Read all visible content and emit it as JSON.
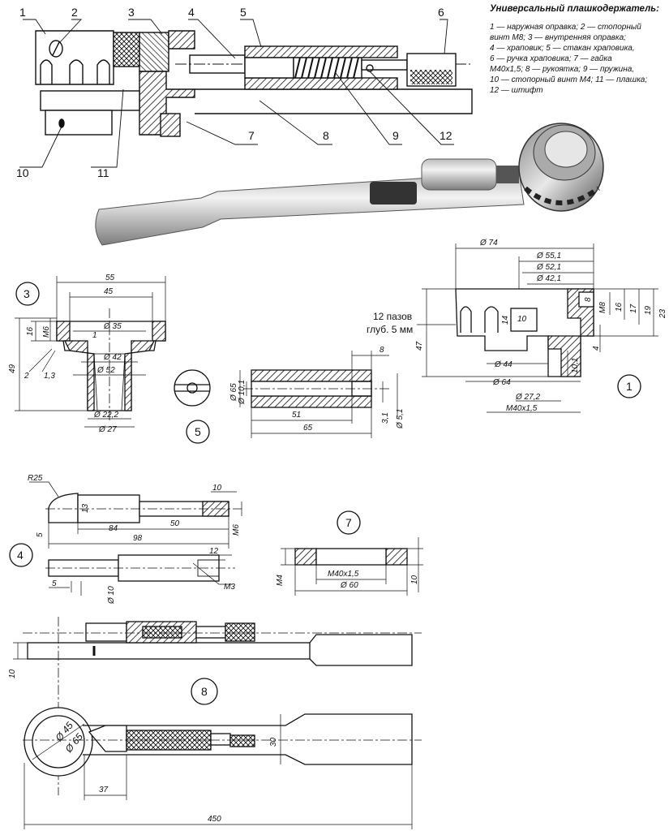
{
  "legend": {
    "title": "Универсальный плашкодержатель:",
    "lines": [
      "1 — наружная оправка; 2 — стопорный",
      "винт М8; 3 — внутренняя оправка;",
      "4 — храповик; 5 — стакан храповика,",
      "6 — ручка храповика; 7 — гайка",
      "М40х1,5; 8 — рукоятка; 9 — пружина,",
      "10 — стопорный винт М4; 11 — плашка;",
      "12 — штифт"
    ]
  },
  "callouts": [
    "1",
    "2",
    "3",
    "4",
    "5",
    "6",
    "7",
    "8",
    "9",
    "10",
    "11",
    "12"
  ],
  "part_labels": {
    "p1": "1",
    "p3": "3",
    "p4": "4",
    "p5": "5",
    "p7": "7",
    "p8": "8"
  },
  "notes": {
    "slots_a": "12 пазов",
    "slots_b": "глуб. 5 мм"
  },
  "dims": {
    "part3": {
      "d55": "55",
      "d45": "45",
      "d35": "Ø 35",
      "d42": "Ø 42",
      "d52": "Ø 52",
      "d222": "Ø 22,2",
      "d27": "Ø 27",
      "d49": "49",
      "d16": "16",
      "m6": "М6",
      "d1": "1",
      "d2": "2",
      "d13": "1,3"
    },
    "part5": {
      "d65": "Ø 65",
      "d101": "Ø 10,1",
      "l51": "51",
      "l65": "65",
      "l8": "8",
      "d31": "3,1",
      "d51": "Ø 5,1"
    },
    "part1": {
      "d74": "Ø 74",
      "d551": "Ø 55,1",
      "d521": "Ø 52,1",
      "d421": "Ø 42,1",
      "m8": "М8",
      "h8": "8",
      "h16": "16",
      "h17": "17",
      "h19": "19",
      "h23": "23",
      "h47": "47",
      "h14": "14",
      "h10": "10",
      "h4": "4",
      "h101": "10,1",
      "d44": "Ø 44",
      "d64": "Ø 64",
      "d272": "Ø 27,2",
      "m40": "М40х1,5"
    },
    "part4": {
      "r25": "R25",
      "l10": "10",
      "l13": "13",
      "l50": "50",
      "l84": "84",
      "l98": "98",
      "h5": "5",
      "m6": "М6",
      "l12": "12",
      "l5": "5",
      "d10": "Ø 10",
      "m3": "М3"
    },
    "part7": {
      "m4": "М4",
      "m40": "М40х1,5",
      "d60": "Ø 60",
      "h10": "10"
    },
    "part8": {
      "h10": "10",
      "d45": "Ø 45",
      "d65": "Ø 65",
      "h30": "30",
      "l37": "37",
      "l450": "450"
    }
  }
}
